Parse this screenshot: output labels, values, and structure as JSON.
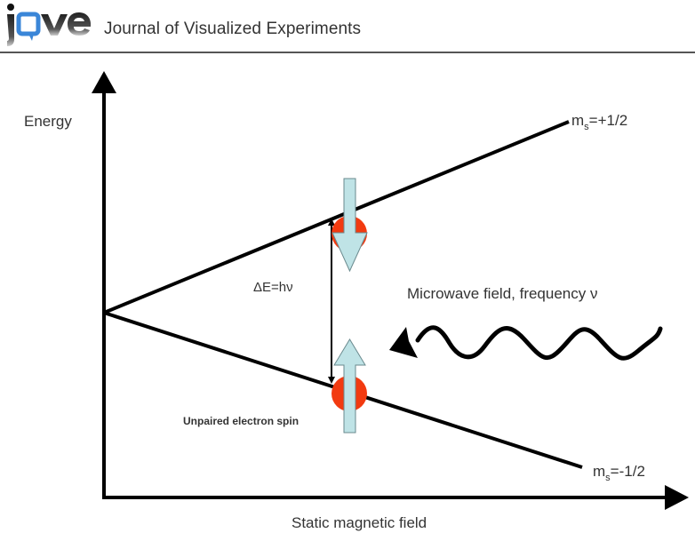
{
  "header": {
    "logo_text": "jove",
    "journal_title": "Journal of Visualized Experiments"
  },
  "diagram": {
    "y_axis_label": "Energy",
    "x_axis_label": "Static magnetic field",
    "upper_level_label": {
      "prefix": "m",
      "subscript": "s",
      "value": "=+1/2"
    },
    "lower_level_label": {
      "prefix": "m",
      "subscript": "s",
      "value": "=-1/2"
    },
    "energy_gap_label": "ΔE=hν",
    "microwave_label": "Microwave field, frequency ν",
    "electron_label": "Unpaired electron spin",
    "colors": {
      "electron_ball": "#f23a10",
      "spin_arrow_fill": "#bfe3e6",
      "spin_arrow_stroke": "#6a8a8e",
      "line": "#000000",
      "logo_blue": "#3a86d8"
    },
    "spin_states": [
      {
        "level": "upper",
        "spin_direction": "down"
      },
      {
        "level": "lower",
        "spin_direction": "up"
      }
    ]
  }
}
